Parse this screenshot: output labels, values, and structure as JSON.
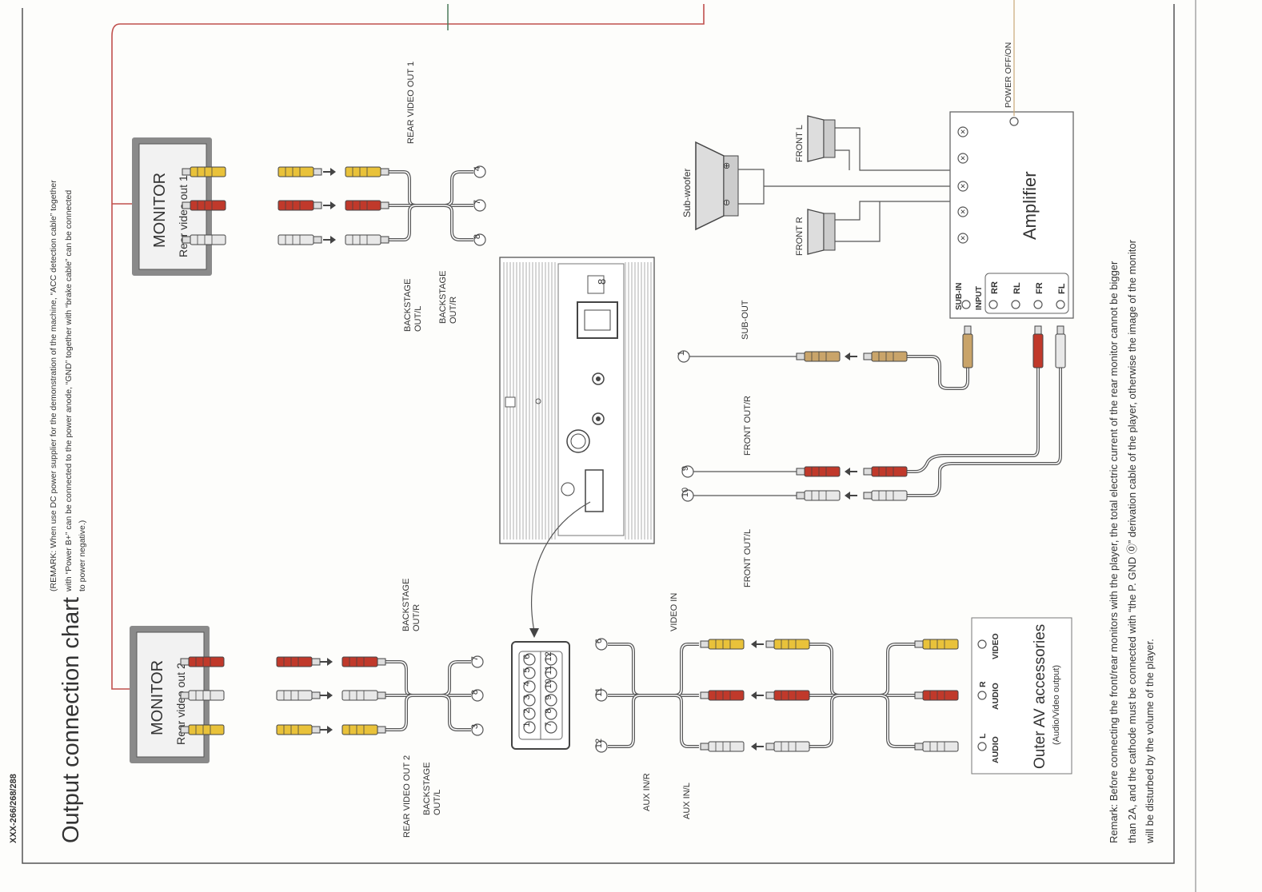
{
  "header": {
    "model": "XXX-266/268/288",
    "title": "Output connection chart",
    "remark_top": [
      "(REMARK: When use DC power supplier for the demonstration of the machine, “ACC detection cable” together",
      "with “Power B+” can be connected to the power anode, “GND” together with “brake cable” can be connected",
      "to power negative.)"
    ]
  },
  "monitor1": {
    "title": "MONITOR",
    "subtitle": "Rear video out 1",
    "pins": [
      "4",
      "7",
      "8"
    ],
    "label_video": "REAR VIDEO OUT 1",
    "label_l": [
      "BACKSTAGE",
      "OUT/L"
    ],
    "label_r": [
      "BACKSTAGE",
      "OUT/R"
    ]
  },
  "monitor2": {
    "title": "MONITOR",
    "subtitle": "Rear video out 2",
    "pins": [
      "7",
      "8",
      "3"
    ],
    "label_video": "REAR VIDEO OUT 2",
    "label_l": [
      "BACKSTAGE",
      "OUT/L"
    ],
    "label_r": [
      "BACKSTAGE",
      "OUT/R"
    ]
  },
  "head_unit": {
    "port_label": "8"
  },
  "connector": {
    "pins_top": [
      "1",
      "2",
      "3",
      "4",
      "5",
      "6"
    ],
    "pins_bottom": [
      "7",
      "8",
      "9",
      "10",
      "11",
      "12"
    ]
  },
  "audio_out": {
    "sub_pin": "1",
    "sub_label": "SUB-OUT",
    "front_r_pin": "9",
    "front_r_label": "FRONT OUT/R",
    "front_l_pin": "10",
    "front_l_label": "FRONT OUT/L"
  },
  "speakers": {
    "sub": "Sub-woofer",
    "front_l": "FRONT L",
    "front_r": "FRONT R"
  },
  "amplifier": {
    "title": "Amplifier",
    "power": "POWER OFF/ON",
    "sub_in": "SUB-IN",
    "input": "INPUT",
    "inputs": [
      "RR",
      "RL",
      "FR",
      "FL"
    ]
  },
  "av_in": {
    "pins": [
      "6",
      "11",
      "12"
    ],
    "video_in": "VIDEO IN",
    "aux_r": "AUX IN/R",
    "aux_l": "AUX IN/L"
  },
  "outer_av": {
    "title": "Outer AV accessories",
    "subtitle": "(Audio/Video output)",
    "l_audio": [
      "L",
      "AUDIO"
    ],
    "r_audio": [
      "R",
      "AUDIO"
    ],
    "video": "VIDEO"
  },
  "remark_bottom": [
    "Remark: Before connecting the front/rear monitors with the player, the total electric current of the rear monitor cannot be bigger",
    "than 2A, and the cathode must be connected with “the P. GND ⓪” derivation cable of the player, otherwise the image of the monitor",
    "will be disturbed by the volume of the player."
  ],
  "colors": {
    "yellow": "#e9c23a",
    "red": "#c0392b",
    "white": "#e8e8e8",
    "power_wire": "#c0504d",
    "sub_plug": "#c9a46a"
  }
}
